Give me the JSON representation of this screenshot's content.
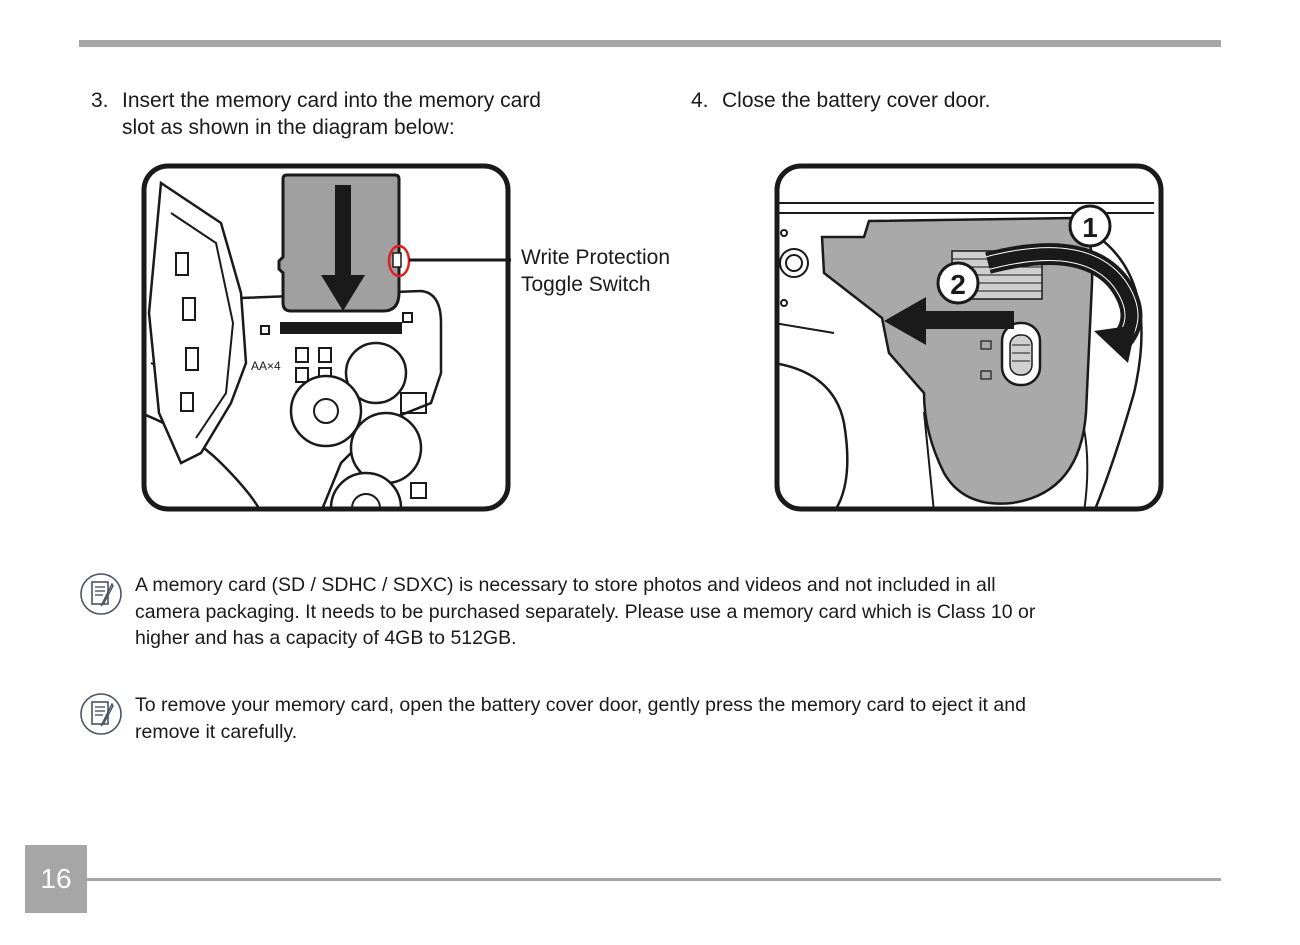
{
  "step3": {
    "number": "3.",
    "line1": "Insert the memory card into the memory card",
    "line2": "slot as shown in the diagram below:"
  },
  "step4": {
    "number": "4.",
    "text": "Close the battery cover door."
  },
  "figure_card": {
    "card_cover_text": "AA×4",
    "callout_line1": "Write Protection",
    "callout_line2": "Toggle Switch"
  },
  "figure_door": {
    "marker1": "1",
    "marker2": "2"
  },
  "notes": [
    {
      "line1": "A memory card (SD / SDHC / SDXC) is necessary to store photos and videos and not included in all",
      "line2": "camera packaging. It needs to be purchased separately. Please use a memory card which is Class 10 or",
      "line3": "higher and has a capacity of 4GB to 512GB."
    },
    {
      "line1": "To remove your memory card, open the battery cover door, gently press the memory card to eject it and",
      "line2": "remove it carefully."
    }
  ],
  "page_number": "16",
  "colors": {
    "rule_gray": "#a6a6a6",
    "card_gray": "#a0a0a0",
    "door_gray": "#a9a9a9",
    "highlight_red": "#e02020",
    "text": "#1a1a1a"
  },
  "icons": [
    "note-icon",
    "arrow-down-icon",
    "arrow-left-icon",
    "curved-arrow-icon"
  ]
}
